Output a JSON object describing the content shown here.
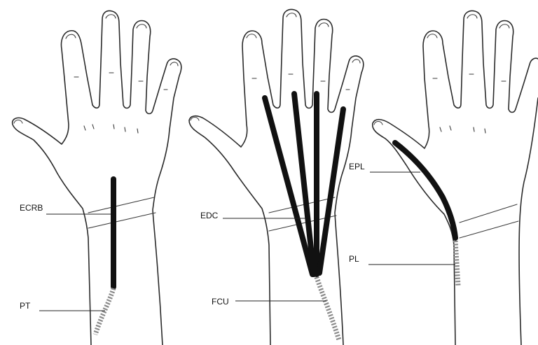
{
  "labels": {
    "ecrb": "ECRB",
    "pt": "PT",
    "edc": "EDC",
    "fcu": "FCU",
    "epl": "EPL",
    "pl": "PL"
  },
  "colors": {
    "outline": "#2b2b2b",
    "tendon": "#111111",
    "graft": "#8a8a8a"
  }
}
